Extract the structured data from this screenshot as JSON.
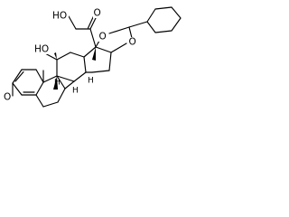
{
  "molecule": {
    "atom_labels": {
      "ketone_o": "O",
      "hydroxymethyl": "HO",
      "acetal_o_left": "O",
      "acetal_o_right": "O",
      "hydroxyl_11": "HO",
      "h_8": "H",
      "h_9": "H",
      "h_14": "H",
      "carbonyl_3": "O"
    },
    "style": {
      "bond_color": "#000000",
      "background": "#ffffff"
    }
  }
}
